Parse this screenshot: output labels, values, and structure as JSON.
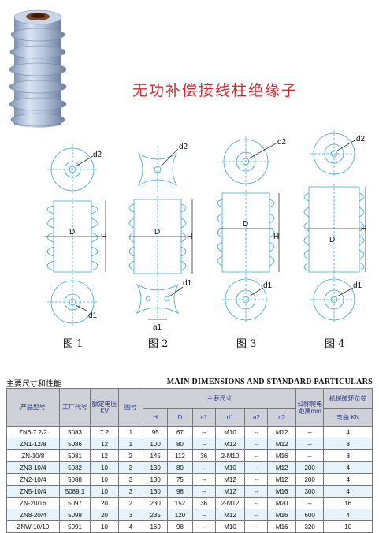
{
  "title": "无功补偿接线柱绝缘子",
  "figures": [
    "图 1",
    "图 2",
    "图 3",
    "图 4"
  ],
  "dim_labels": {
    "d2": "d2",
    "d1": "d1",
    "D": "D",
    "H": "H",
    "a1": "a1"
  },
  "colors": {
    "title": "#d8262f",
    "header_text": "#2b3a8c",
    "header_bg": "#cfd1d8",
    "drawing": "#3aa6cf",
    "row_alt": "#e6f3fb"
  },
  "section_left": "主要尺寸和性能",
  "section_right": "MAIN DIMENSIONS AND STANDARD PARTICULARS",
  "table": {
    "headers": {
      "model": "产品型号",
      "factory_code": "工厂代号",
      "rated_voltage": "额定电压KV",
      "figure_no": "图号",
      "main_dims": "主要尺寸",
      "creepage": "公称爬电距离mm",
      "load": "机械破环负荷",
      "load_unit": "弯曲 KN",
      "sub": [
        "H",
        "D",
        "a1",
        "d1",
        "a2",
        "d2"
      ]
    },
    "rows": [
      [
        "ZN6-7.2/2",
        "5083",
        "7.2",
        "1",
        "95",
        "67",
        "--",
        "M10",
        "--",
        "M12",
        "--",
        "4"
      ],
      [
        "ZN1-12/8",
        "5086",
        "12",
        "1",
        "100",
        "80",
        "--",
        "M12",
        "--",
        "M12",
        "--",
        "8"
      ],
      [
        "ZN-10/8",
        "5081",
        "12",
        "2",
        "145",
        "112",
        "36",
        "2-M10",
        "--",
        "M16",
        "--",
        "8"
      ],
      [
        "ZN3-10/4",
        "5082",
        "10",
        "3",
        "130",
        "80",
        "--",
        "M10",
        "--",
        "M12",
        "200",
        "4"
      ],
      [
        "ZN2-10/4",
        "5088",
        "10",
        "3",
        "130",
        "75",
        "--",
        "M12",
        "--",
        "M12",
        "200",
        "4"
      ],
      [
        "ZN5-10/4",
        "5089.1",
        "10",
        "3",
        "160",
        "98",
        "--",
        "M12",
        "--",
        "M16",
        "300",
        "4"
      ],
      [
        "ZN-20/16",
        "5097",
        "20",
        "2",
        "230",
        "152",
        "36",
        "2-M12",
        "--",
        "M20",
        "--",
        "16"
      ],
      [
        "ZN8-20/4",
        "5098",
        "20",
        "3",
        "235",
        "120",
        "--",
        "M12",
        "--",
        "M16",
        "600",
        "4"
      ],
      [
        "ZNW-10/10",
        "5091",
        "10",
        "4",
        "160",
        "98",
        "--",
        "M10",
        "--",
        "M16",
        "320",
        "10"
      ]
    ]
  }
}
